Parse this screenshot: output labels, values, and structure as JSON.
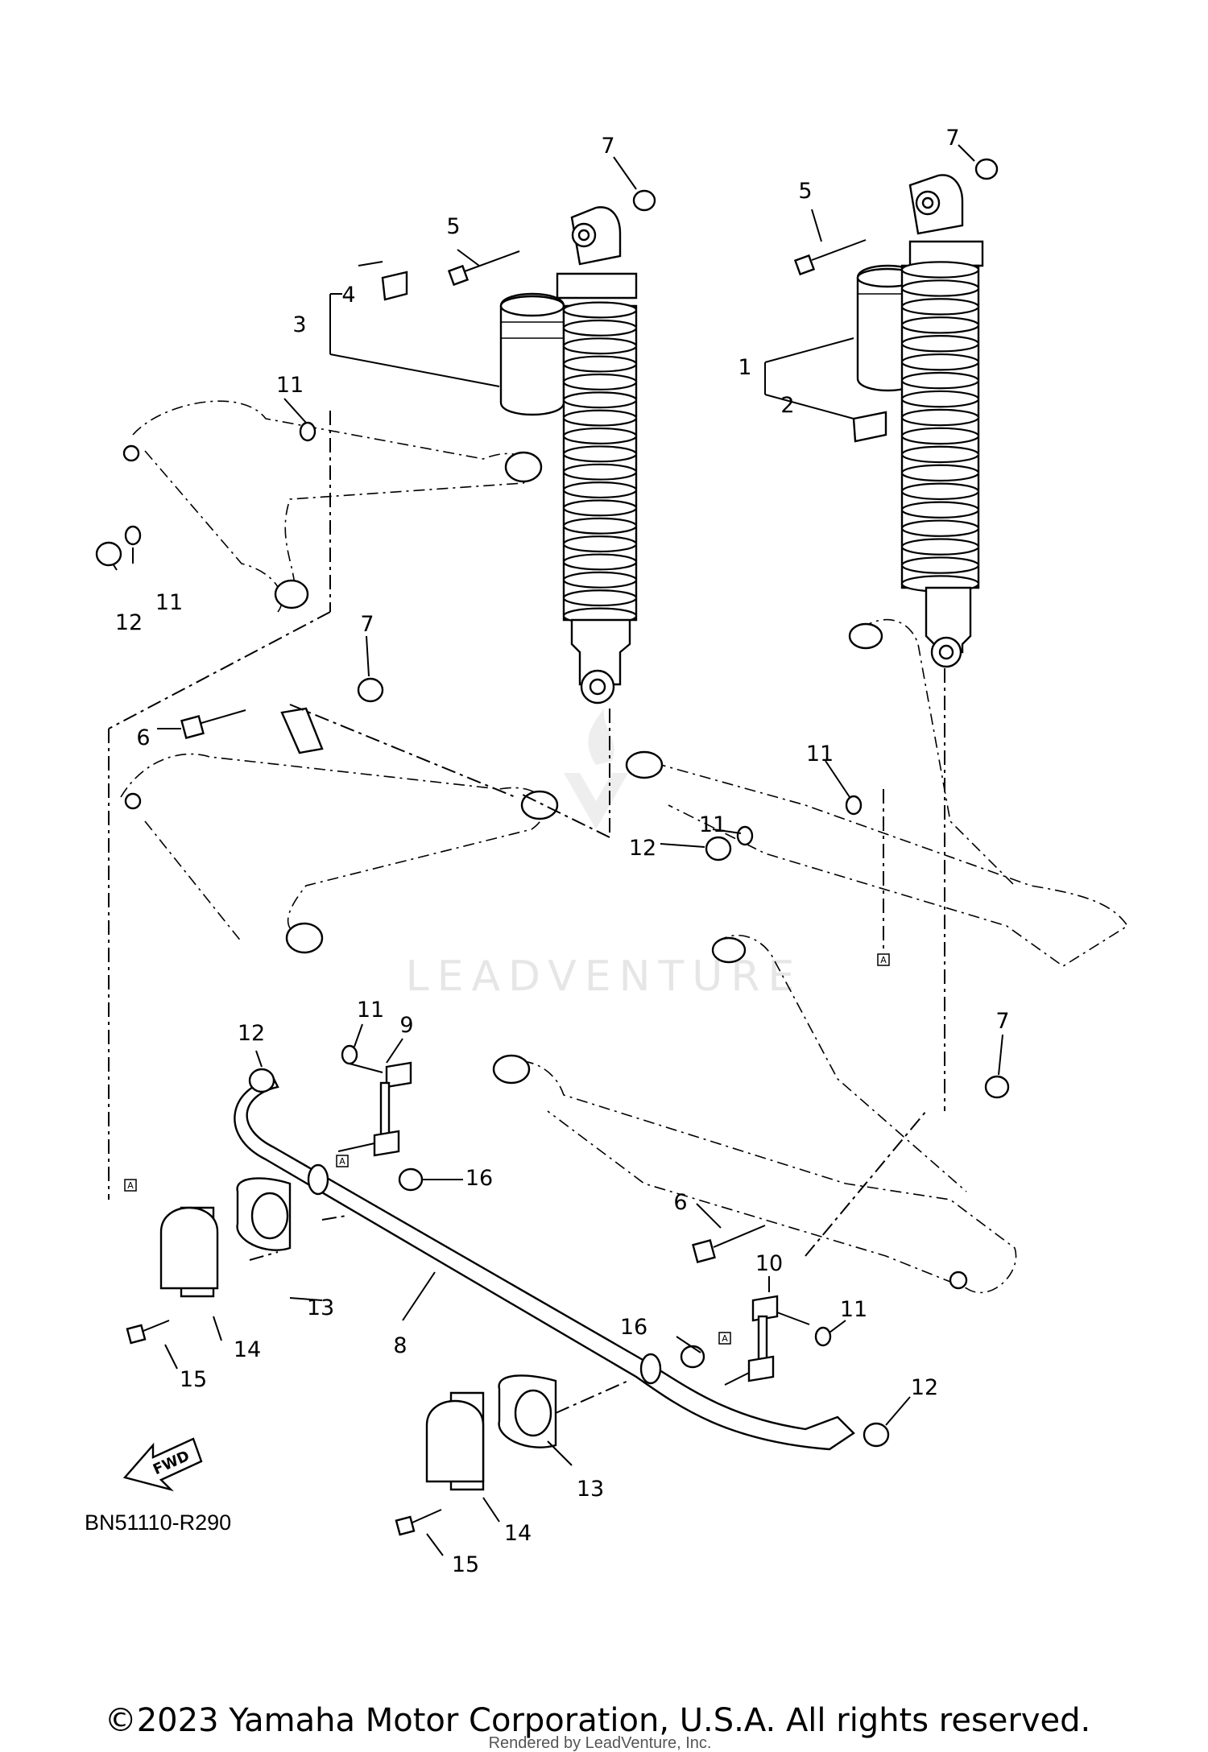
{
  "diagram": {
    "callouts": [
      {
        "id": "c1",
        "text": "1"
      },
      {
        "id": "c2",
        "text": "2"
      },
      {
        "id": "c3",
        "text": "3"
      },
      {
        "id": "c4",
        "text": "4"
      },
      {
        "id": "c5a",
        "text": "5"
      },
      {
        "id": "c5b",
        "text": "5"
      },
      {
        "id": "c6a",
        "text": "6"
      },
      {
        "id": "c6b",
        "text": "6"
      },
      {
        "id": "c7a",
        "text": "7"
      },
      {
        "id": "c7b",
        "text": "7"
      },
      {
        "id": "c7c",
        "text": "7"
      },
      {
        "id": "c7d",
        "text": "7"
      },
      {
        "id": "c8",
        "text": "8"
      },
      {
        "id": "c9",
        "text": "9"
      },
      {
        "id": "c10",
        "text": "10"
      },
      {
        "id": "c11a",
        "text": "11"
      },
      {
        "id": "c11b",
        "text": "11"
      },
      {
        "id": "c11c",
        "text": "11"
      },
      {
        "id": "c11d",
        "text": "11"
      },
      {
        "id": "c11e",
        "text": "11"
      },
      {
        "id": "c11f",
        "text": "11"
      },
      {
        "id": "c12a",
        "text": "12"
      },
      {
        "id": "c12b",
        "text": "12"
      },
      {
        "id": "c12c",
        "text": "12"
      },
      {
        "id": "c12d",
        "text": "12"
      },
      {
        "id": "c13a",
        "text": "13"
      },
      {
        "id": "c13b",
        "text": "13"
      },
      {
        "id": "c14a",
        "text": "14"
      },
      {
        "id": "c14b",
        "text": "14"
      },
      {
        "id": "c15a",
        "text": "15"
      },
      {
        "id": "c15b",
        "text": "15"
      },
      {
        "id": "c16a",
        "text": "16"
      },
      {
        "id": "c16b",
        "text": "16"
      }
    ],
    "ref_marker": "A",
    "fwd_label": "FWD",
    "part_code": "BN51110-R290",
    "watermark": "LEADVENTURE"
  },
  "footer": {
    "copyright": "©2023 Yamaha Motor Corporation, U.S.A. All rights reserved.",
    "rendered_by": "Rendered by LeadVenture, Inc."
  }
}
